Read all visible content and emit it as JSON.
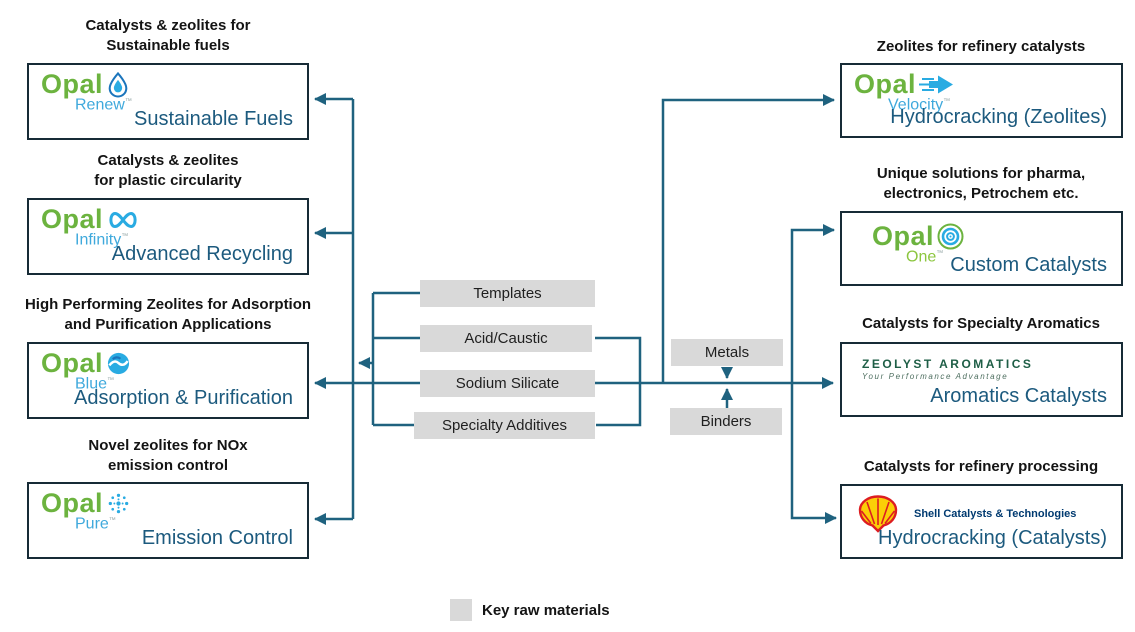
{
  "tm": "™",
  "colors": {
    "connector_line": "#1F627F",
    "box_border": "#172B36",
    "product_text": "#1C5A7E",
    "opal_green": "#6CB33F",
    "opal_light_blue": "#3FA9DC",
    "opal_one_green": "#8CC63F",
    "raw_material_bg": "#D9D9D9",
    "zeolyst_green": "#1E5E46",
    "shell_red": "#DD1D21",
    "shell_yellow": "#FBCE07",
    "shell_text_blue": "#003A70"
  },
  "left_products": [
    {
      "heading_line1": "Catalysts & zeolites for",
      "heading_line2": "Sustainable fuels",
      "brand": "Opal",
      "sub_brand": "Renew",
      "icon": "droplet-icon",
      "product": "Sustainable Fuels"
    },
    {
      "heading_line1": "Catalysts & zeolites",
      "heading_line2": "for plastic circularity",
      "brand": "Opal",
      "sub_brand": "Infinity",
      "icon": "infinity-icon",
      "product": "Advanced Recycling"
    },
    {
      "heading_line1": "High Performing Zeolites for Adsorption",
      "heading_line2": "and Purification Applications",
      "brand": "Opal",
      "sub_brand": "Blue",
      "icon": "wave-icon",
      "product": "Adsorption & Purification"
    },
    {
      "heading_line1": "Novel zeolites for NOx",
      "heading_line2": "emission control",
      "brand": "Opal",
      "sub_brand": "Pure",
      "icon": "snowflake-icon",
      "product": "Emission Control"
    }
  ],
  "right_products": [
    {
      "heading_line1": "Zeolites for refinery catalysts",
      "heading_line2": "",
      "brand": "Opal",
      "sub_brand": "Velocity",
      "icon": "speed-arrow-icon",
      "product": "Hydrocracking (Zeolites)"
    },
    {
      "heading_line1": "Unique solutions for pharma,",
      "heading_line2": "electronics, Petrochem etc.",
      "brand": "Opal",
      "sub_brand": "One",
      "icon": "concentric-circles-icon",
      "product": "Custom Catalysts"
    },
    {
      "heading_line1": "Catalysts for Specialty Aromatics",
      "heading_line2": "",
      "brand": "ZEOLYST AROMATICS",
      "tagline": "Your Performance Advantage",
      "product": "Aromatics Catalysts"
    },
    {
      "heading_line1": "Catalysts for refinery processing",
      "heading_line2": "",
      "brand": "Shell Catalysts & Technologies",
      "icon": "shell-pecten-icon",
      "product": "Hydrocracking (Catalysts)"
    }
  ],
  "raw_materials": {
    "templates": "Templates",
    "acid_caustic": "Acid/Caustic",
    "sodium_silicate": "Sodium Silicate",
    "specialty_additives": "Specialty Additives",
    "metals": "Metals",
    "binders": "Binders"
  },
  "legend": {
    "label": "Key raw materials"
  }
}
